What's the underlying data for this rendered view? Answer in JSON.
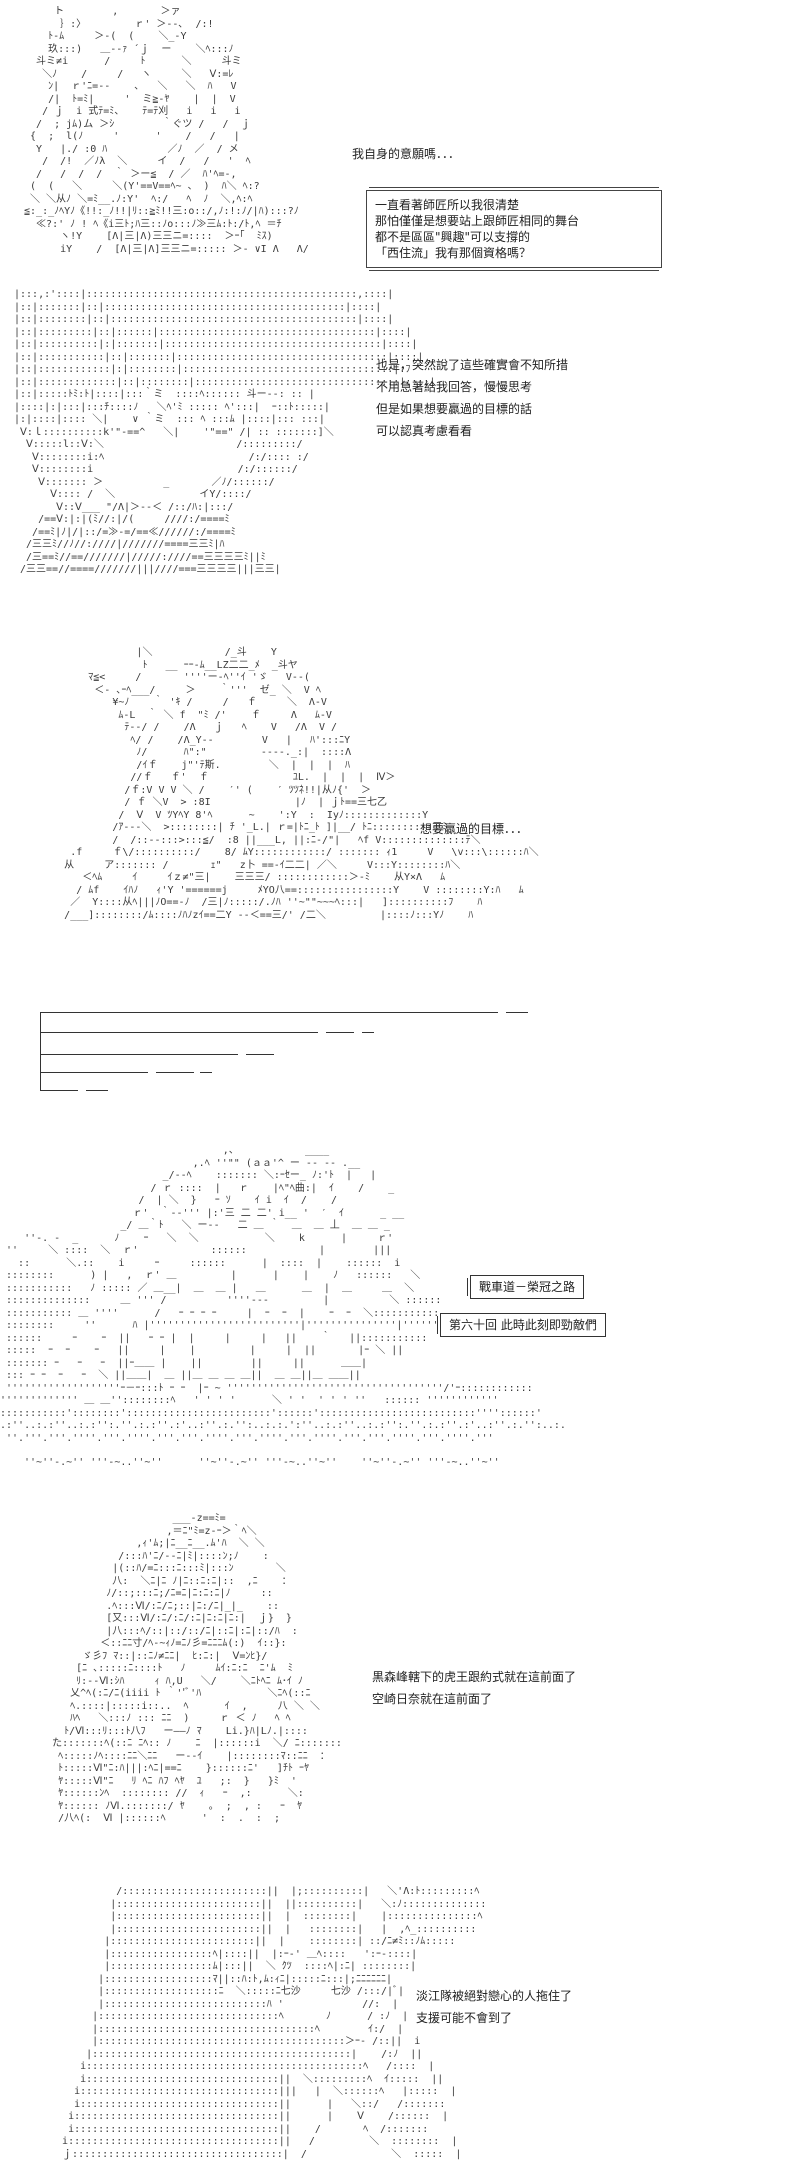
{
  "panels": [
    {
      "id": "p1",
      "caption_lines": [
        "我自身的意願嗎．．．"
      ],
      "box_lines": [
        "一直看著師匠所以我很清楚",
        "那怕僅僅是想要站上跟師匠相同的舞台",
        "都不是區區\"興趣\"可以支撐的",
        "「西住流」我有那個資格嗎？"
      ]
    },
    {
      "id": "p2",
      "caption_lines": [
        "也是，突然說了這些確實會不知所措",
        "不用急著給我回答，慢慢思考",
        "但是如果想要贏過的目標的話",
        "可以認真考慮看看"
      ]
    },
    {
      "id": "p3",
      "caption_lines": [
        "想要贏過的目標．．．"
      ]
    },
    {
      "id": "p5",
      "title_main": "戰車道－榮冠之路",
      "title_sub": "第六十回 此時此刻即勁敵們"
    },
    {
      "id": "p6",
      "caption_lines": [
        "黒森峰轄下的虎王跟約式就在這前面了",
        "空崎日奈就在這前面了"
      ]
    },
    {
      "id": "p7",
      "caption_lines": [
        "淡江隊被絕對戀心的人拖住了",
        "支援可能不會到了"
      ]
    }
  ]
}
